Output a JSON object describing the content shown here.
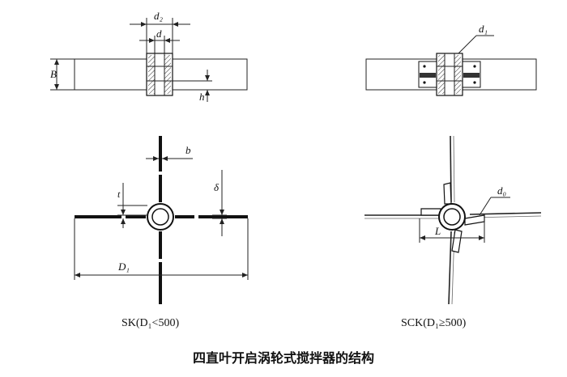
{
  "labels": {
    "d2": "d₂",
    "d": "d",
    "B": "B",
    "h": "h",
    "d1": "d₁",
    "b": "b",
    "t": "t",
    "delta": "δ",
    "D1_left": "D₁",
    "d0": "d₀",
    "L": "L"
  },
  "captions": {
    "sk": "SK(D₁<500)",
    "sck": "SCK(D₁≥500)"
  },
  "title": "四直叶开启涡轮式搅拌器的结构"
}
